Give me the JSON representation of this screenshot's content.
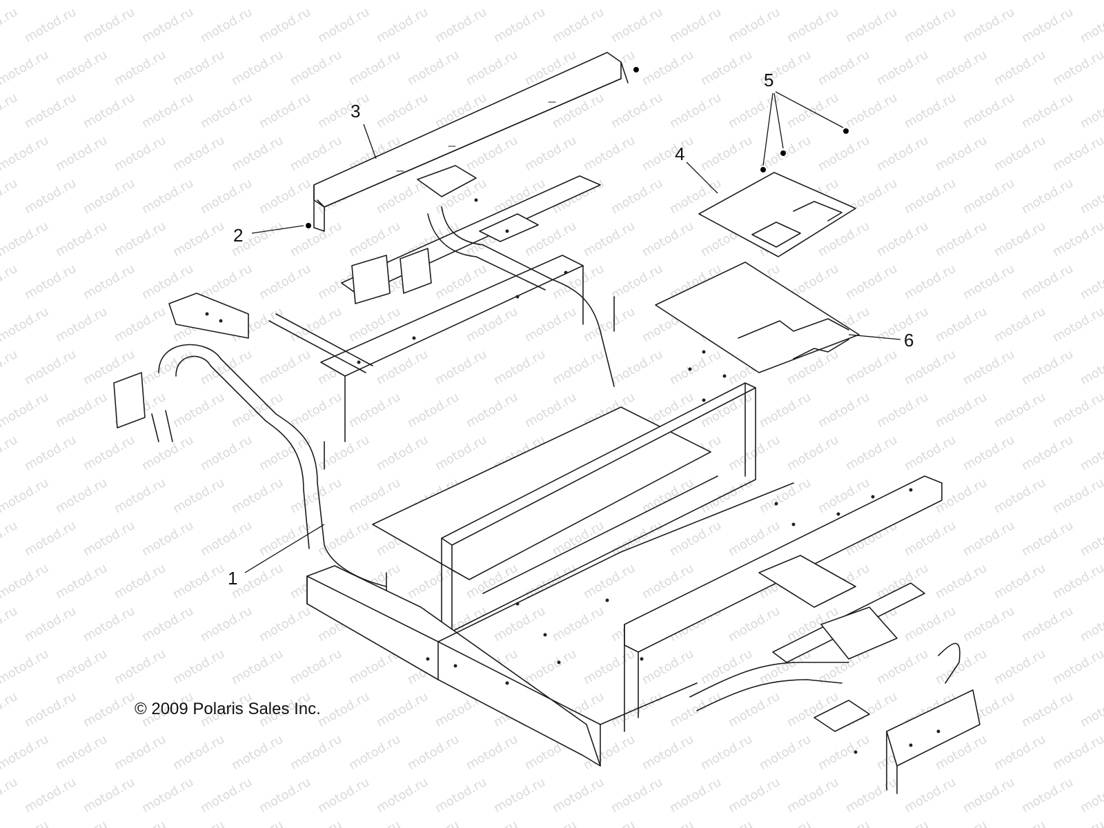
{
  "watermark": {
    "text": "motod.ru"
  },
  "callouts": [
    {
      "id": "1",
      "label": "1"
    },
    {
      "id": "2",
      "label": "2"
    },
    {
      "id": "3",
      "label": "3"
    },
    {
      "id": "4",
      "label": "4"
    },
    {
      "id": "5",
      "label": "5"
    },
    {
      "id": "6",
      "label": "6"
    }
  ],
  "copyright": "© 2009 Polaris Sales Inc."
}
